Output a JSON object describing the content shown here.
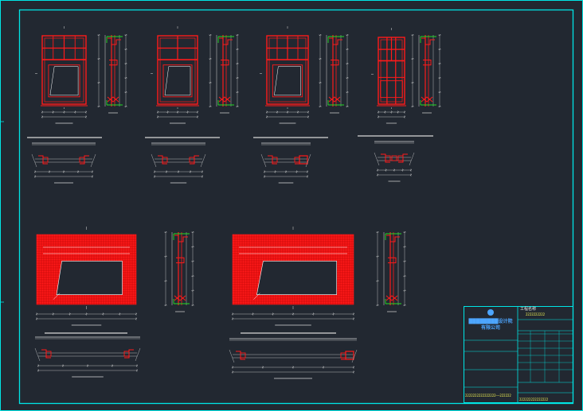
{
  "colors": {
    "background": "#222831",
    "frame": "#00e5e5",
    "window_frame": "#ff1a1a",
    "dimension": "#d8d8d8",
    "accent_green": "#22dd22",
    "company_text": "#4da6ff",
    "highlight_text": "#ffff55"
  },
  "title_block": {
    "logo": "company-seal-icon",
    "company_line1": "████████设计院",
    "company_line2": "有限公司",
    "project_label": "工程名称",
    "project_value": "2222222222",
    "footer_left": "2222222222222222——222222",
    "footer_right": "222222222222222"
  },
  "sheet": {
    "top_window_elevations": [
      "elevation-1",
      "elevation-2",
      "elevation-3",
      "elevation-4"
    ],
    "large_window_elevations": [
      "elevation-large-1",
      "elevation-large-2"
    ],
    "plan_sections": [
      "plan-1",
      "plan-2",
      "plan-3",
      "plan-4",
      "plan-large-1",
      "plan-large-2"
    ]
  }
}
